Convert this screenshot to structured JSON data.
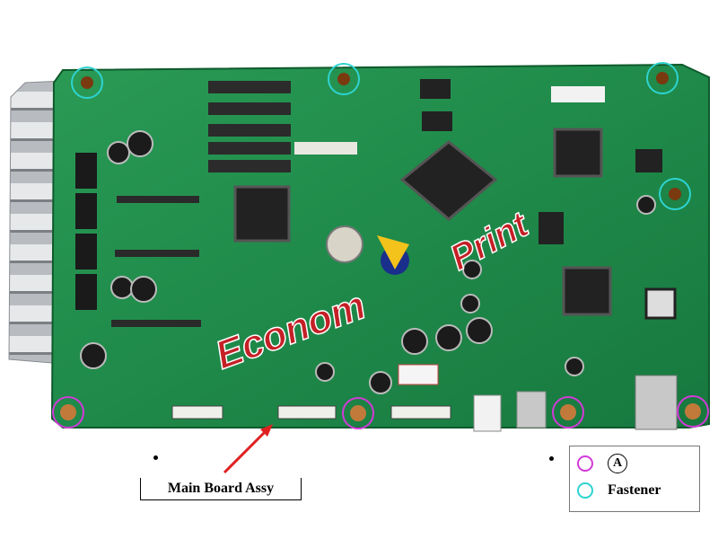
{
  "figure": {
    "callout_label": "Main Board Assy",
    "watermark": {
      "part1": "Econom",
      "part2": "Print"
    },
    "legend": {
      "item_a": {
        "symbol": "A",
        "color": "#d23ad8"
      },
      "item_fastener": {
        "label": "Fastener",
        "color": "#2ed3d0"
      }
    },
    "colors": {
      "board": "#1f8a4a",
      "heatsink": "#c9ccd0",
      "arrow": "#e02020",
      "watermark": "#c42026"
    }
  }
}
